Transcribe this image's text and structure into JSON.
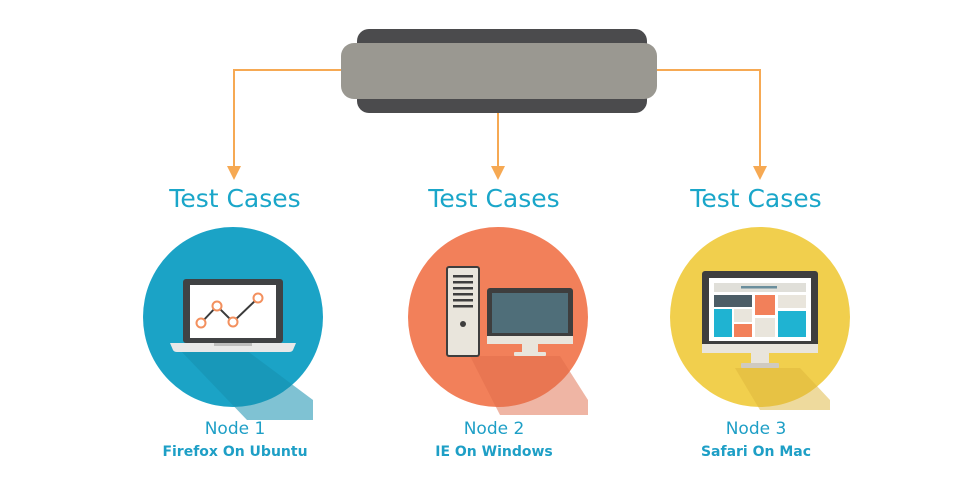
{
  "colors": {
    "connector": "#f6a953",
    "hub_body": "#9a9891",
    "hub_dark": "#4b4b4d",
    "text_accent": "#1aa6c9",
    "node1_circle": "#1ba3c6",
    "node2_circle": "#f2805a",
    "node3_circle": "#f1cf4d"
  },
  "hub": {
    "icon": "hub-server-icon"
  },
  "nodes": [
    {
      "heading": "Test Cases",
      "name": "Node 1",
      "os": "Firefox On Ubuntu",
      "icon": "laptop-chart-icon"
    },
    {
      "heading": "Test Cases",
      "name": "Node 2",
      "os": "IE On Windows",
      "icon": "desktop-tower-icon"
    },
    {
      "heading": "Test Cases",
      "name": "Node 3",
      "os": "Safari On Mac",
      "icon": "imac-webpage-icon"
    }
  ]
}
